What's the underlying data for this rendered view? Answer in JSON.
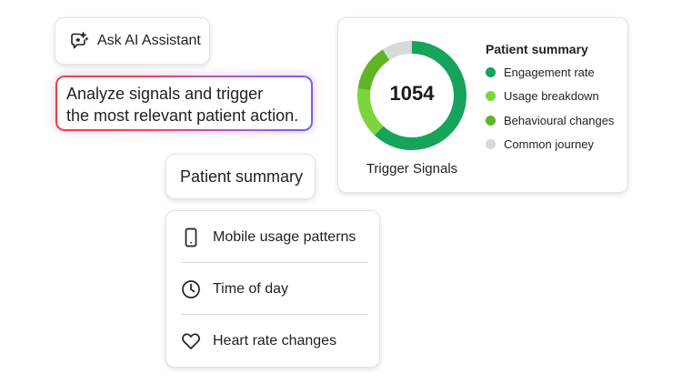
{
  "ai_assistant": {
    "label": "Ask AI Assistant",
    "icon": "ai-chat-sparkle-icon"
  },
  "prompt": {
    "line1": "Analyze signals and trigger",
    "line2": "the most relevant patient action."
  },
  "summary_card": {
    "label": "Patient summary"
  },
  "signal_list": [
    {
      "label": "Mobile usage patterns",
      "icon": "mobile-phone-icon"
    },
    {
      "label": "Time of day",
      "icon": "clock-icon"
    },
    {
      "label": "Heart rate changes",
      "icon": "heart-icon"
    }
  ],
  "chart_data": {
    "type": "pie",
    "center_value": "1054",
    "caption": "Trigger Signals",
    "legend_title": "Patient summary",
    "series": [
      {
        "name": "Engagement rate",
        "value": 62,
        "color": "#16a35a"
      },
      {
        "name": "Usage breakdown",
        "value": 15,
        "color": "#7cd53a"
      },
      {
        "name": "Behavioural changes",
        "value": 14,
        "color": "#5fb526"
      },
      {
        "name": "Common journey",
        "value": 9,
        "color": "#d9d9d9"
      }
    ]
  }
}
